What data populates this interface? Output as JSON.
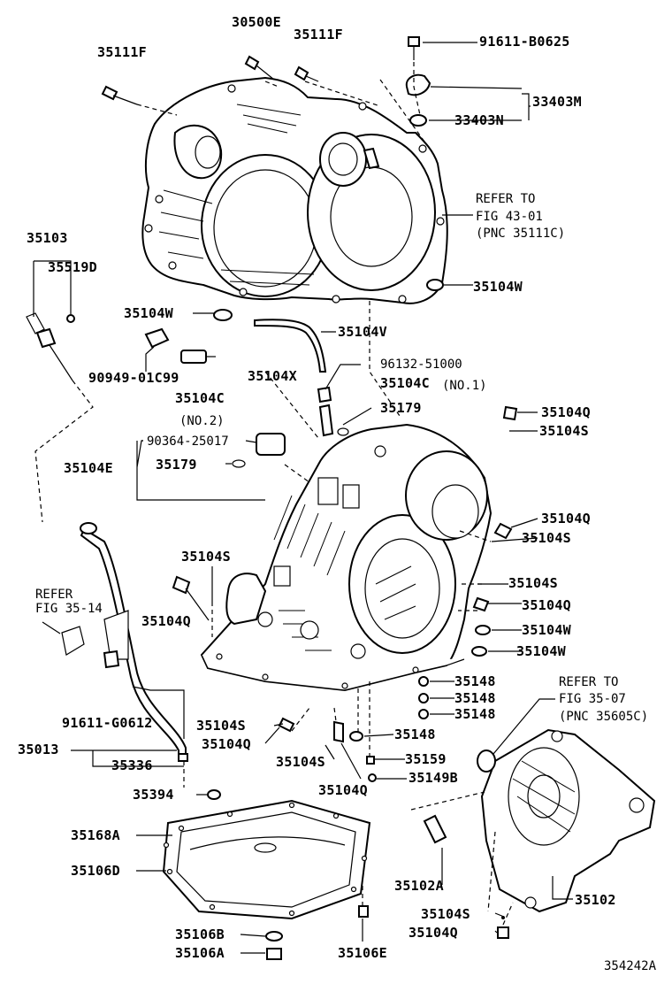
{
  "parts": {
    "p30500E": "30500E",
    "p35111F_a": "35111F",
    "p35111F_b": "35111F",
    "p91611B0625": "91611-B0625",
    "p33403M": "33403M",
    "p33403N": "33403N",
    "refer1_line1": "REFER TO",
    "refer1_line2": "FIG 43-01",
    "refer1_line3": "(PNC 35111C)",
    "p35103": "35103",
    "p35519D": "35519D",
    "p35104W_a": "35104W",
    "p35104W_b": "35104W",
    "p35104V": "35104V",
    "p90949": "90949-01C99",
    "p35104C_a": "35104C",
    "no2": "(NO.2)",
    "p35104X": "35104X",
    "p96132": "96132-51000",
    "p35104C_b": "35104C",
    "no1": "(NO.1)",
    "p35179_a": "35179",
    "p35104Q_a": "35104Q",
    "p35104S_a": "35104S",
    "p90364": "90364-25017",
    "p35104E": "35104E",
    "p35179_b": "35179",
    "p35104Q_b": "35104Q",
    "p35104S_b": "35104S",
    "p35104S_c": "35104S",
    "p35104S_d": "35104S",
    "p35104Q_c": "35104Q",
    "p35104Q_d": "35104Q",
    "p35104W_c": "35104W",
    "p35104W_d": "35104W",
    "refer2_line1": "REFER",
    "refer2_line2": "FIG 35-14",
    "p35148_a": "35148",
    "p35148_b": "35148",
    "p35148_c": "35148",
    "p35148_d": "35148",
    "refer3_line1": "REFER TO",
    "refer3_line2": "FIG 35-07",
    "refer3_line3": "(PNC 35605C)",
    "p91611G0612": "91611-G0612",
    "p35104S_e": "35104S",
    "p35104Q_e": "35104Q",
    "p35013": "35013",
    "p35336": "35336",
    "p35104S_f": "35104S",
    "p35159": "35159",
    "p35104Q_f": "35104Q",
    "p35149B": "35149B",
    "p35394": "35394",
    "p35168A": "35168A",
    "p35106D": "35106D",
    "p35102A": "35102A",
    "p35102": "35102",
    "p35104S_g": "35104S",
    "p35104Q_g": "35104Q",
    "p35106B": "35106B",
    "p35106A": "35106A",
    "p35106E": "35106E",
    "figure_id": "354242A"
  }
}
